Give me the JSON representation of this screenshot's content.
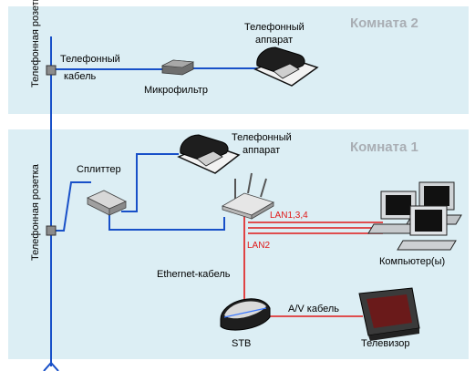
{
  "rooms": {
    "room2": "Комната 2",
    "room1": "Комната 1"
  },
  "labels": {
    "socket_top": "Телефонная розетка",
    "socket_bottom": "Телефонная розетка",
    "phone_cable_line1": "Телефонный",
    "phone_cable_line2": "кабель",
    "microfilter": "Микрофильтр",
    "phone_top_line1": "Телефонный",
    "phone_top_line2": "аппарат",
    "phone_bottom_line1": "Телефонный",
    "phone_bottom_line2": "аппарат",
    "splitter": "Сплиттер",
    "lan134": "LAN1,3,4",
    "lan2": "LAN2",
    "ethernet_cable": "Ethernet-кабель",
    "computers": "Компьютер(ы)",
    "av_cable": "A/V кабель",
    "stb": "STB",
    "tv": "Телевизор"
  },
  "colors": {
    "room_bg": "#dceef4",
    "phone_line": "#1850c8",
    "lan_line": "#e01818",
    "room_title": "#a9aeb4"
  },
  "icons": [
    "wall-socket-icon",
    "microfilter-icon",
    "telephone-icon",
    "splitter-icon",
    "router-icon",
    "computer-icon",
    "set-top-box-icon",
    "television-icon"
  ]
}
